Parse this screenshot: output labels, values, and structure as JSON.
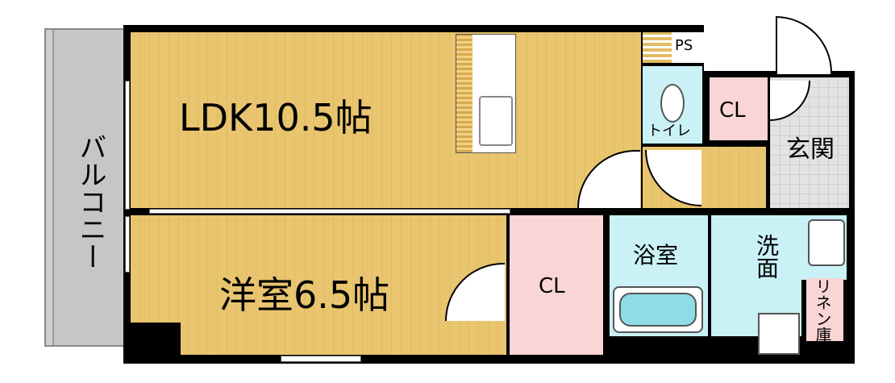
{
  "rooms": {
    "ldk": "LDK10.5帖",
    "western": "洋室6.5帖",
    "balcony": "バルコニー",
    "ps": "PS",
    "toilet": "トイレ",
    "closet_top": "CL",
    "entrance": "玄関",
    "closet_bedroom": "CL",
    "bath": "浴室",
    "washroom": "洗面",
    "linen": "リネン庫"
  },
  "colors": {
    "wood": "#e9c56f",
    "closet": "#f9d5d5",
    "wet": "#c9f1f6",
    "tile": "#e3e3e3"
  }
}
